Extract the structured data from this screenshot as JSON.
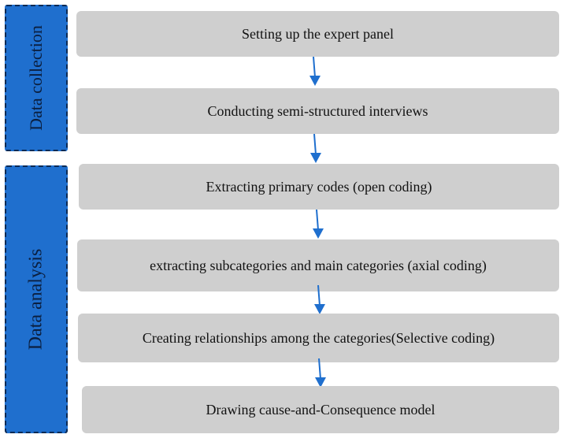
{
  "sections": {
    "collection": "Data collection",
    "analysis": "Data analysis"
  },
  "steps": [
    "Setting up the expert panel",
    "Conducting semi-structured interviews",
    "Extracting primary codes (open coding)",
    "extracting subcategories and main categories (axial coding)",
    "Creating relationships among the categories(Selective coding)",
    "Drawing cause-and-Consequence model"
  ],
  "colors": {
    "panel_fill": "#1f6fce",
    "panel_border": "#0b2a55",
    "step_fill": "#cfcfcf",
    "arrow": "#1f6fce"
  }
}
